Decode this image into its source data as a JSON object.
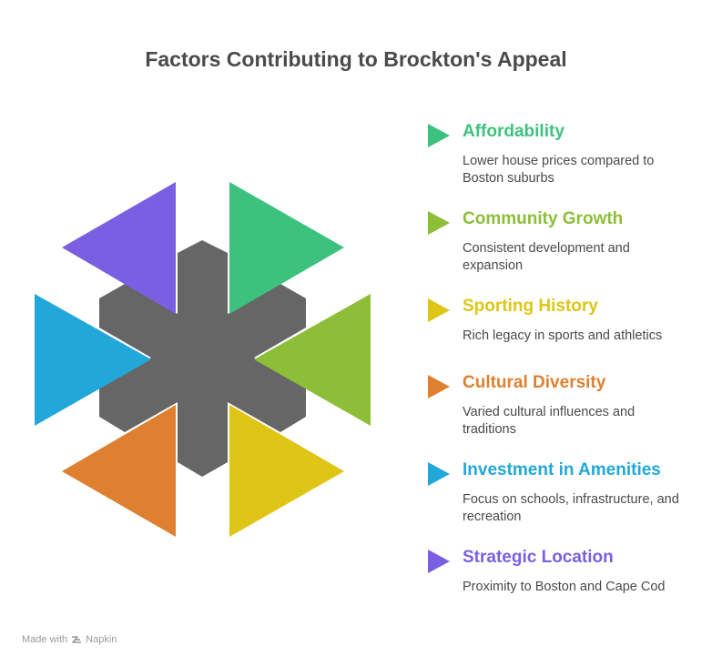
{
  "title": "Factors Contributing to Brockton's Appeal",
  "colors": {
    "center": "#666666",
    "affordability": "#3DC27E",
    "community_growth": "#8CBE37",
    "sporting_history": "#DFC515",
    "cultural_diversity": "#DE8030",
    "investment_in_amenities": "#21A8D8",
    "strategic_location": "#7B5FE3"
  },
  "factors": [
    {
      "key": "affordability",
      "heading": "Affordability",
      "description": "Lower house prices compared to Boston suburbs",
      "color": "#3DC27E",
      "icon": "play-triangle-icon"
    },
    {
      "key": "community_growth",
      "heading": "Community Growth",
      "description": "Consistent development and expansion",
      "color": "#8CBE37",
      "icon": "play-triangle-icon"
    },
    {
      "key": "sporting_history",
      "heading": "Sporting History",
      "description": "Rich legacy in sports and athletics",
      "color": "#DFC515",
      "icon": "play-triangle-icon"
    },
    {
      "key": "cultural_diversity",
      "heading": "Cultural Diversity",
      "description": "Varied cultural influences and traditions",
      "color": "#DE8030",
      "icon": "play-triangle-icon"
    },
    {
      "key": "investment_in_amenities",
      "heading": "Investment in Amenities",
      "description": "Focus on schools, infrastructure, and recreation",
      "color": "#21A8D8",
      "icon": "play-triangle-icon"
    },
    {
      "key": "strategic_location",
      "heading": "Strategic Location",
      "description": "Proximity to Boston and Cape Cod",
      "color": "#7B5FE3",
      "icon": "play-triangle-icon"
    }
  ],
  "footer": {
    "made_with": "Made with",
    "brand": "Napkin",
    "icon": "napkin-logo-icon"
  }
}
